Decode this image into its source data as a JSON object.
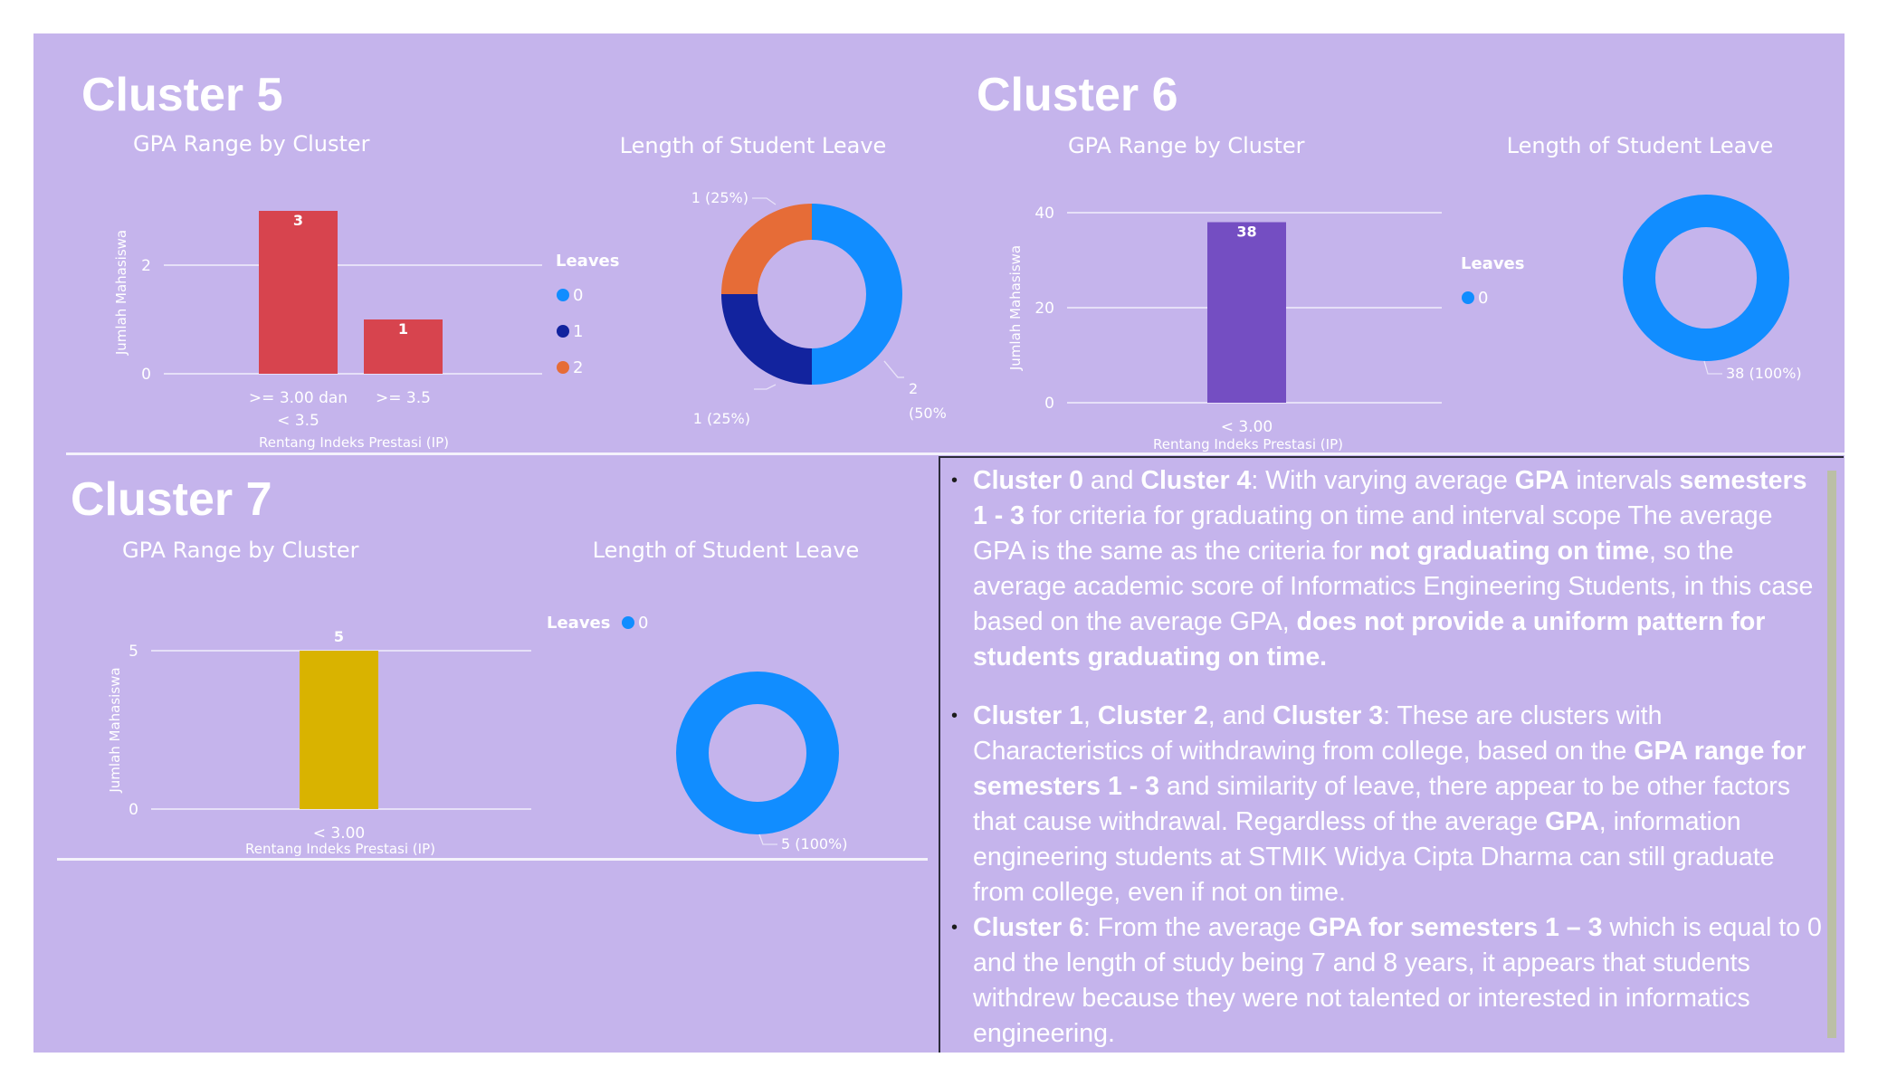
{
  "clusters": [
    {
      "title": "Cluster 5",
      "bar": {
        "title": "GPA Range by Cluster",
        "ylabel": "Jumlah Mahasiswa",
        "xlabel": "Rentang Indeks Prestasi (IP)",
        "ticks": [
          "0",
          "2"
        ],
        "color": "#d7444e"
      },
      "donut": {
        "title": "Length of Student Leave",
        "legend_title": "Leaves",
        "legend": [
          "0",
          "1",
          "2"
        ],
        "colors": [
          "#118dff",
          "#12239e",
          "#e66c37"
        ],
        "labels": [
          "2",
          "(50%)",
          "1 (25%)",
          "1 (25%)"
        ]
      }
    },
    {
      "title": "Cluster 6",
      "bar": {
        "title": "GPA Range by Cluster",
        "ylabel": "Jumlah Mahasiswa",
        "xlabel": "Rentang Indeks Prestasi (IP)",
        "ticks": [
          "0",
          "20",
          "40"
        ],
        "color": "#744ec2"
      },
      "donut": {
        "title": "Length of Student Leave",
        "legend_title": "Leaves",
        "legend": [
          "0"
        ],
        "colors": [
          "#118dff"
        ],
        "labels": [
          "38 (100%)"
        ]
      }
    },
    {
      "title": "Cluster 7",
      "bar": {
        "title": "GPA Range by Cluster",
        "ylabel": "Jumlah Mahasiswa",
        "xlabel": "Rentang Indeks Prestasi (IP)",
        "ticks": [
          "0",
          "5"
        ],
        "color": "#d9b300"
      },
      "donut": {
        "title": "Length of Student Leave",
        "legend_title": "Leaves",
        "legend": [
          "0"
        ],
        "colors": [
          "#118dff"
        ],
        "labels": [
          "5 (100%)"
        ]
      }
    }
  ],
  "chart_data": [
    {
      "type": "bar",
      "title": "GPA Range by Cluster",
      "xlabel": "Rentang Indeks Prestasi (IP)",
      "ylabel": "Jumlah Mahasiswa",
      "categories": [
        ">= 3.00 dan < 3.5",
        ">= 3.5"
      ],
      "values": [
        3,
        1
      ],
      "ylim": [
        0,
        3
      ],
      "grid": true
    },
    {
      "type": "pie",
      "title": "Length of Student Leave",
      "legend_title": "Leaves",
      "categories": [
        "0",
        "1",
        "2"
      ],
      "values": [
        2,
        1,
        1
      ],
      "percents": [
        50,
        25,
        25
      ],
      "legend_position": "left"
    },
    {
      "type": "bar",
      "title": "GPA Range by Cluster",
      "xlabel": "Rentang Indeks Prestasi (IP)",
      "ylabel": "Jumlah Mahasiswa",
      "categories": [
        "< 3.00"
      ],
      "values": [
        38
      ],
      "ylim": [
        0,
        40
      ],
      "grid": true
    },
    {
      "type": "pie",
      "title": "Length of Student Leave",
      "legend_title": "Leaves",
      "categories": [
        "0"
      ],
      "values": [
        38
      ],
      "percents": [
        100
      ],
      "legend_position": "left"
    },
    {
      "type": "bar",
      "title": "GPA Range by Cluster",
      "xlabel": "Rentang Indeks Prestasi (IP)",
      "ylabel": "Jumlah Mahasiswa",
      "categories": [
        "< 3.00"
      ],
      "values": [
        5
      ],
      "ylim": [
        0,
        5
      ],
      "grid": true
    },
    {
      "type": "pie",
      "title": "Length of Student Leave",
      "legend_title": "Leaves",
      "categories": [
        "0"
      ],
      "values": [
        5
      ],
      "percents": [
        100
      ],
      "legend_position": "top"
    }
  ],
  "notes": [
    {
      "segments": [
        {
          "t": "Cluster 0",
          "b": true
        },
        {
          "t": " and "
        },
        {
          "t": "Cluster 4",
          "b": true
        },
        {
          "t": ": With varying average "
        },
        {
          "t": "GPA",
          "b": true
        },
        {
          "t": " intervals "
        },
        {
          "t": "semesters 1 - 3",
          "b": true
        },
        {
          "t": " for criteria for graduating on time and interval scope The average GPA is the same as the criteria for "
        },
        {
          "t": "not graduating on time",
          "b": true
        },
        {
          "t": ", so the average academic score of Informatics Engineering Students, in this case based on the average GPA, "
        },
        {
          "t": "does not provide a uniform pattern for students graduating on time.",
          "b": true
        }
      ]
    },
    {
      "segments": [
        {
          "t": "Cluster 1",
          "b": true
        },
        {
          "t": ", "
        },
        {
          "t": "Cluster 2",
          "b": true
        },
        {
          "t": ", and "
        },
        {
          "t": "Cluster 3",
          "b": true
        },
        {
          "t": ": These are clusters with Characteristics of withdrawing from college, based on the "
        },
        {
          "t": "GPA range for semesters 1 - 3",
          "b": true
        },
        {
          "t": " and similarity of leave, there appear to be other factors that cause withdrawal. Regardless of the average "
        },
        {
          "t": "GPA",
          "b": true
        },
        {
          "t": ", information engineering students at STMIK Widya Cipta Dharma can still graduate from college, even if not on time."
        }
      ]
    },
    {
      "segments": [
        {
          "t": "Cluster 6",
          "b": true
        },
        {
          "t": ": From the average "
        },
        {
          "t": "GPA for semesters 1 – 3",
          "b": true
        },
        {
          "t": " which is equal to 0 and the length of study being 7 and 8 years, it appears that students withdrew because they were not talented or interested in informatics engineering."
        }
      ]
    }
  ]
}
